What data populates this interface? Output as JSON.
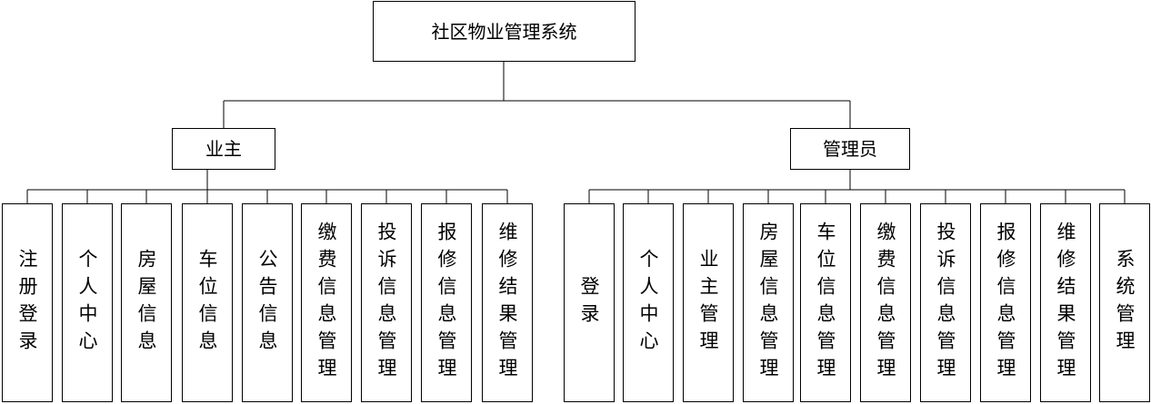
{
  "root": {
    "label": "社区物业管理系统"
  },
  "groups": [
    {
      "label": "业主",
      "children": [
        "注册登录",
        "个人中心",
        "房屋信息",
        "车位信息",
        "公告信息",
        "缴费信息管理",
        "投诉信息管理",
        "报修信息管理",
        "维修结果管理"
      ]
    },
    {
      "label": "管理员",
      "children": [
        "登录",
        "个人中心",
        "业主管理",
        "房屋信息管理",
        "车位信息管理",
        "缴费信息管理",
        "投诉信息管理",
        "报修信息管理",
        "维修结果管理",
        "系统管理"
      ]
    }
  ]
}
